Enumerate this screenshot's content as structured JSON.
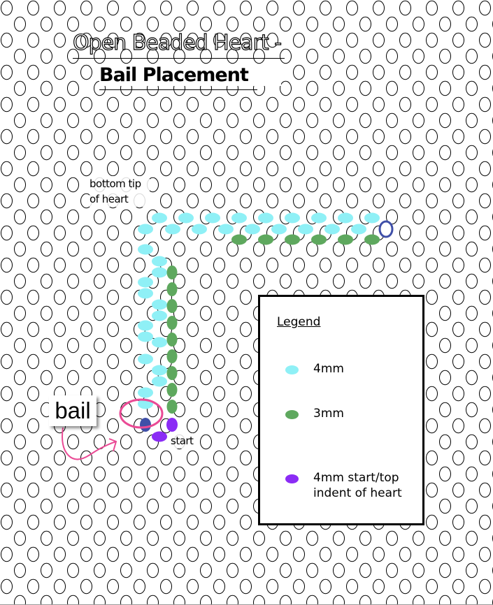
{
  "title": {
    "line1": "Open Beaded Heart -",
    "line2": "Bail Placement"
  },
  "labels": {
    "bottom_tip": "bottom tip of heart",
    "start": "start",
    "bail": "bail"
  },
  "legend": {
    "title": "Legend",
    "items": [
      {
        "label": "4mm",
        "color": "#8ff0f6"
      },
      {
        "label": "3mm",
        "color": "#5ea85e"
      },
      {
        "label": "4mm start/top indent of heart",
        "color": "#8b2cf5"
      }
    ]
  },
  "colors": {
    "bead_4mm": "#8ff0f6",
    "bead_3mm": "#5ea85e",
    "bead_start": "#8b2cf5",
    "bead_navy": "#3f4fa8",
    "bail_marker": "#ea4a95"
  }
}
